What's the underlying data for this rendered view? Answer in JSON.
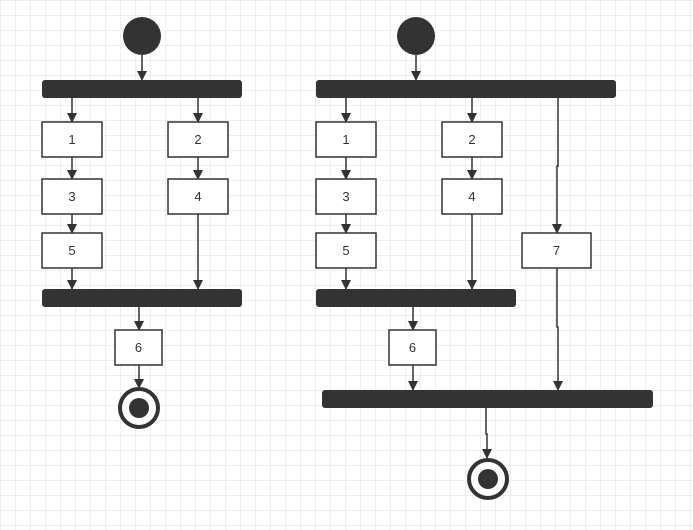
{
  "diagram": {
    "left": {
      "actions": {
        "a1": "1",
        "a2": "2",
        "a3": "3",
        "a4": "4",
        "a5": "5",
        "a6": "6"
      }
    },
    "right": {
      "actions": {
        "a1": "1",
        "a2": "2",
        "a3": "3",
        "a4": "4",
        "a5": "5",
        "a6": "6",
        "a7": "7"
      }
    }
  },
  "colors": {
    "ink": "#333333",
    "box_fill": "#ffffff",
    "grid": "#eeeeee"
  }
}
